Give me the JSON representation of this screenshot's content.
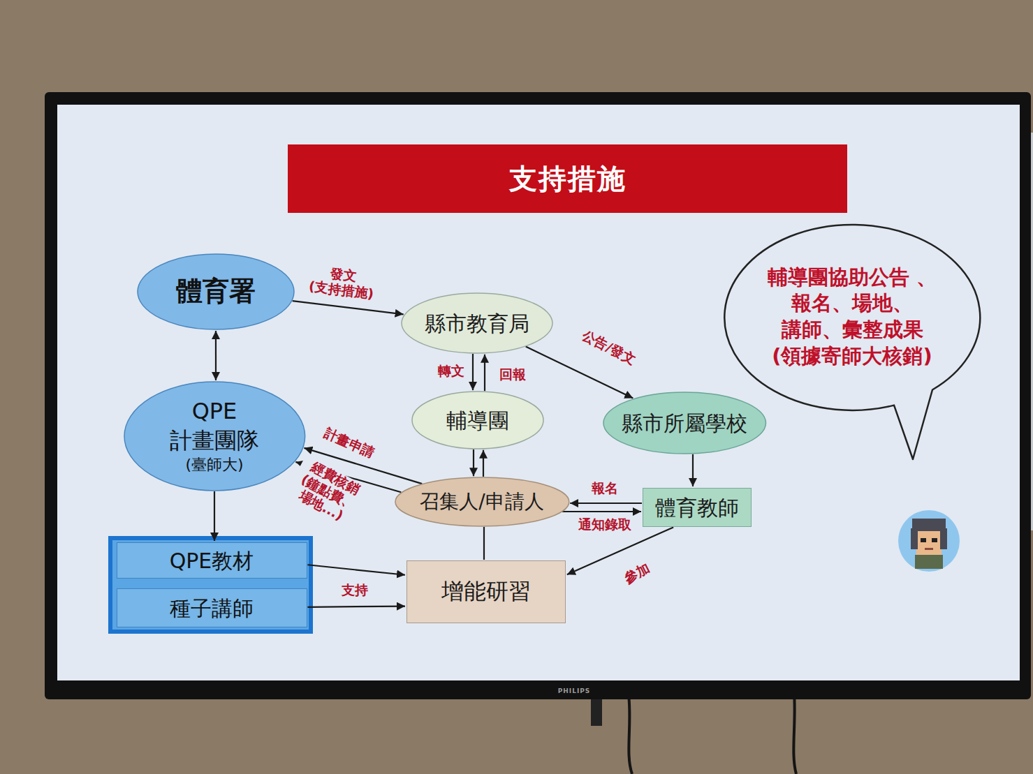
{
  "diagram": {
    "title": "支持措施",
    "nodes": [
      {
        "text": [
          "體育署"
        ]
      },
      {
        "text": [
          "縣市教育局"
        ]
      },
      {
        "text": [
          "QPE 計畫團隊",
          "(臺師大)"
        ]
      },
      {
        "text": [
          "輔導團"
        ]
      },
      {
        "text": [
          "縣市所屬學校"
        ]
      },
      {
        "text": [
          "召集人/申請人"
        ]
      },
      {
        "text": [
          "體育教師"
        ]
      },
      {
        "text": [
          "QPE教材"
        ]
      },
      {
        "text": [
          "種子講師"
        ]
      },
      {
        "text": [
          "增能研習"
        ]
      },
      {
        "text": [
          "輔導團協助公告 、報名、場地、 講師、彙整成果 (領據寄師大核銷)"
        ]
      }
    ],
    "edges": [
      {
        "from": 0,
        "to": 1,
        "label": "發文 (支持措施)",
        "arrow": "to"
      },
      {
        "from": 0,
        "to": 2,
        "arrow": "both"
      },
      {
        "from": 1,
        "to": 3,
        "label": "轉文",
        "arrow": "to"
      },
      {
        "from": 3,
        "to": 1,
        "label": "回報",
        "arrow": "to"
      },
      {
        "from": 1,
        "to": 4,
        "label": "公告/發文",
        "arrow": "to"
      },
      {
        "from": 3,
        "to": 5,
        "arrow": "to"
      },
      {
        "from": 5,
        "to": 3,
        "arrow": "to"
      },
      {
        "from": 5,
        "to": 2,
        "label": "計畫申請",
        "arrow": "to"
      },
      {
        "from": 5,
        "to": 2,
        "label": "經費核銷 (鐘點費、場地...)",
        "arrow": "to"
      },
      {
        "from": 6,
        "to": 5,
        "label": "報名",
        "arrow": "to"
      },
      {
        "from": 5,
        "to": 6,
        "label": "通知錄取",
        "arrow": "to"
      },
      {
        "from": 5,
        "to": 9,
        "arrow": "none"
      },
      {
        "from": 4,
        "to": 6,
        "arrow": "to"
      },
      {
        "from": 6,
        "to": 9,
        "label": "參加",
        "arrow": "to"
      },
      {
        "from": 2,
        "to": 7,
        "arrow": "to"
      },
      {
        "from": 7,
        "to": 9,
        "arrow": "to"
      },
      {
        "from": 8,
        "to": 9,
        "label": "支持",
        "arrow": "to"
      }
    ],
    "labels": [
      "PHILIPS"
    ]
  }
}
